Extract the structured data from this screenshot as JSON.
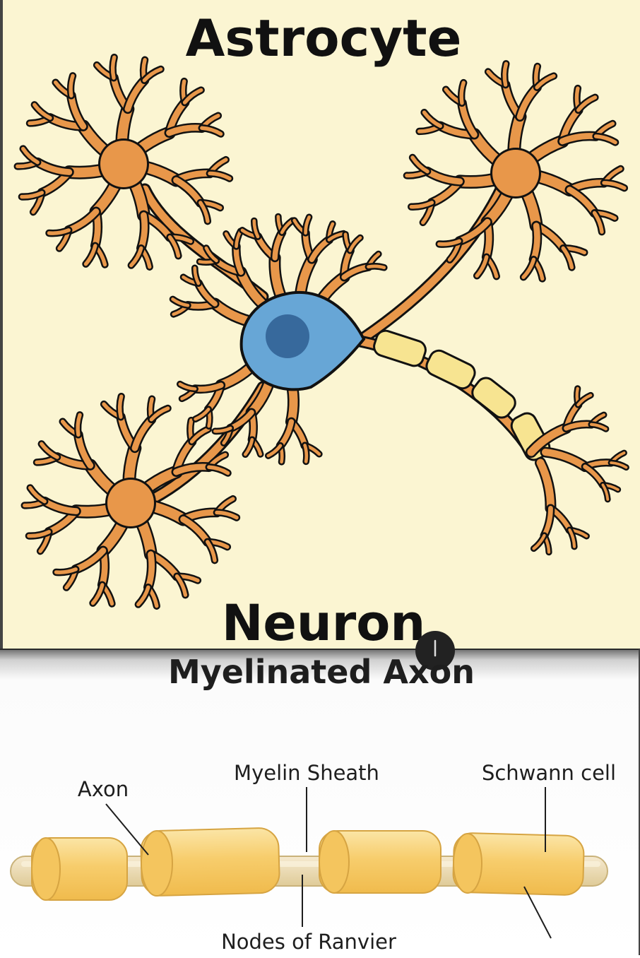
{
  "top_panel": {
    "title": "Astrocyte",
    "bottom_label": "Neuron",
    "colors": {
      "background": "#fbf5d2",
      "glia": "#e8974a",
      "outline": "#111111",
      "soma": "#67a6d6",
      "nucleus": "#37699c",
      "myelin": "#f7e491"
    }
  },
  "bottom_panel": {
    "title": "Myelinated Axon",
    "labels": {
      "axon": "Axon",
      "myelin_sheath": "Myelin Sheath",
      "schwann_cell": "Schwann cell",
      "nodes_of_ranvier": "Nodes of Ranvier"
    },
    "colors": {
      "axon_core": "#ecdcad",
      "sheath": "#f7cd6c",
      "sheath_highlight": "#fbe5a6",
      "sheath_edge": "#d6a442"
    }
  }
}
